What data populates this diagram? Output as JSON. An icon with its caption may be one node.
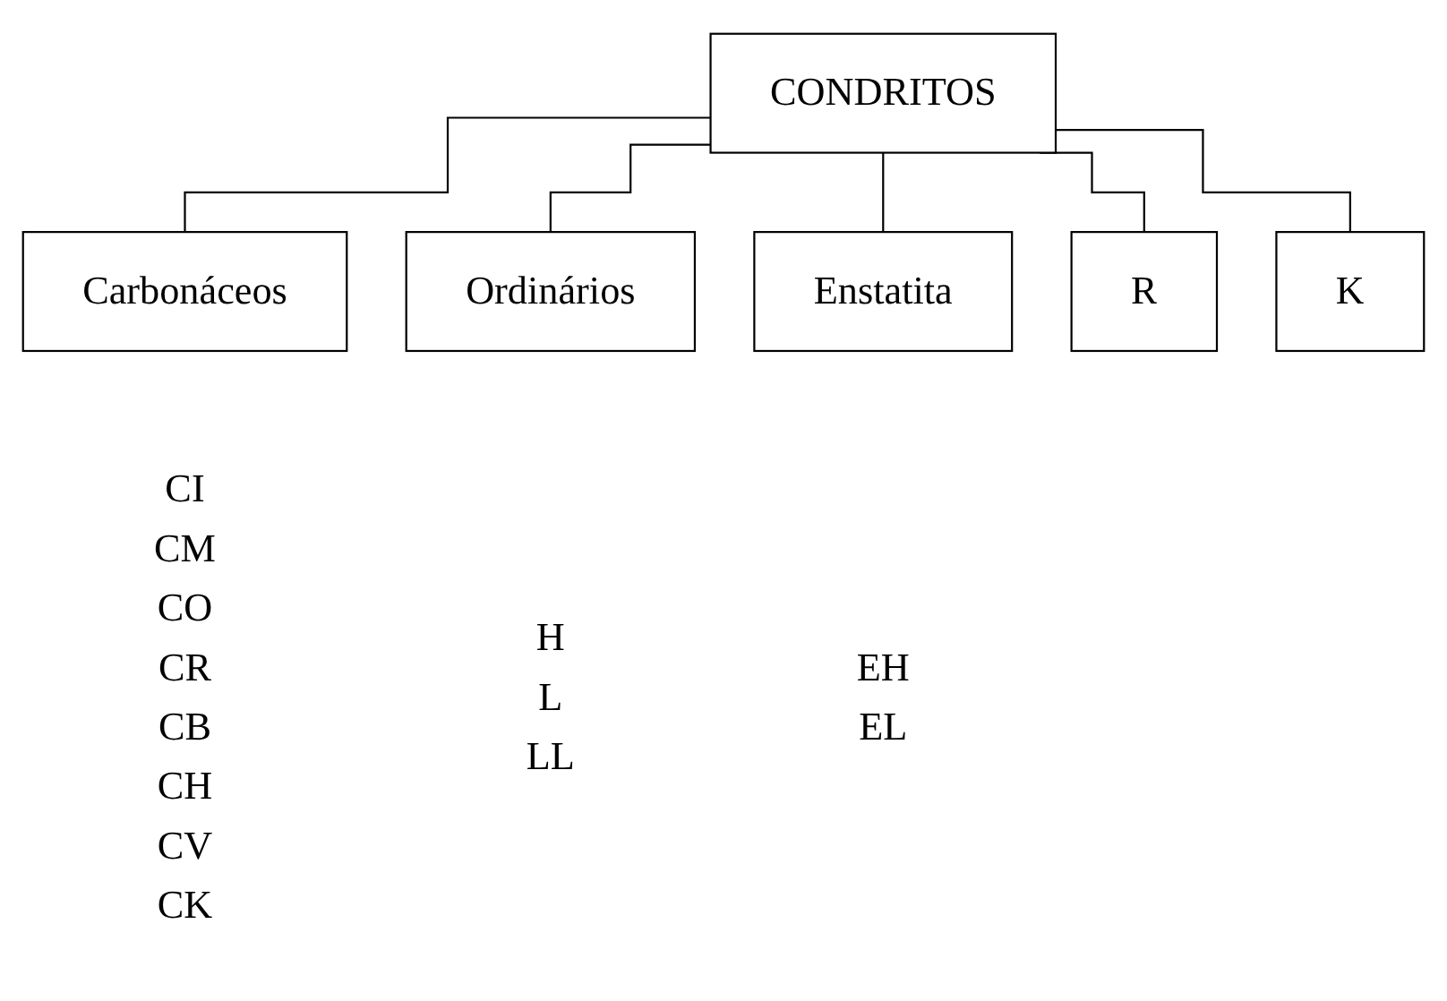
{
  "diagram": {
    "nodes": [
      {
        "text": [
          "CONDRITOS"
        ]
      },
      {
        "text": [
          "Carbonáceos"
        ],
        "beside": [
          "CI",
          "CM",
          "CO",
          "CR",
          "CB",
          "CH",
          "CV",
          "CK"
        ]
      },
      {
        "text": [
          "Ordinários"
        ],
        "beside": [
          "H",
          "L",
          "LL"
        ]
      },
      {
        "text": [
          "Enstatita"
        ],
        "beside": [
          "EH",
          "EL"
        ]
      },
      {
        "text": [
          "R"
        ]
      },
      {
        "text": [
          "K"
        ]
      }
    ],
    "edges": [
      {
        "from": 0,
        "to": 1,
        "arrow": "none"
      },
      {
        "from": 0,
        "to": 2,
        "arrow": "none"
      },
      {
        "from": 0,
        "to": 3,
        "arrow": "none"
      },
      {
        "from": 0,
        "to": 4,
        "arrow": "none"
      },
      {
        "from": 0,
        "to": 5,
        "arrow": "none"
      }
    ]
  }
}
